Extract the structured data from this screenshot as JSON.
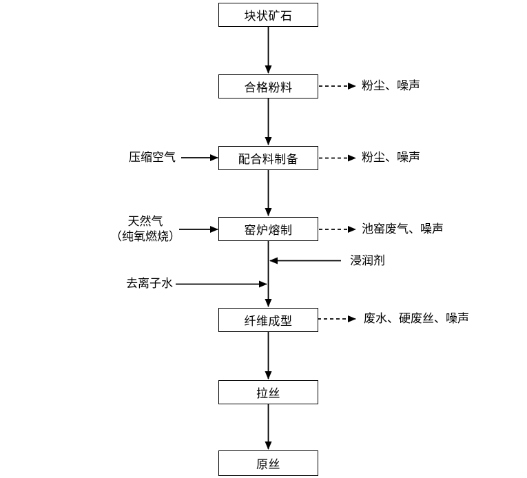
{
  "flowchart": {
    "boxes": [
      {
        "label": "块状矿石"
      },
      {
        "label": "合格粉料"
      },
      {
        "label": "配合料制备"
      },
      {
        "label": "窑炉熔制"
      },
      {
        "label": "纤维成型"
      },
      {
        "label": "拉丝"
      },
      {
        "label": "原丝"
      }
    ],
    "inputs": {
      "compressed_air": {
        "label": "压缩空气"
      },
      "natural_gas": {
        "line1": "天然气",
        "line2": "（纯氧燃烧）"
      },
      "sizing_agent": {
        "label": "浸润剂"
      },
      "deionized_water": {
        "label": "去离子水"
      }
    },
    "emissions": [
      {
        "label": "粉尘、噪声"
      },
      {
        "label": "粉尘、噪声"
      },
      {
        "label": "池窑废气、噪声"
      },
      {
        "label": "废水、硬废丝、噪声"
      }
    ],
    "connections": [
      {
        "from": "块状矿石",
        "to": "合格粉料",
        "style": "solid"
      },
      {
        "from": "合格粉料",
        "to": "配合料制备",
        "style": "solid"
      },
      {
        "from": "配合料制备",
        "to": "窑炉熔制",
        "style": "solid"
      },
      {
        "from": "窑炉熔制",
        "to": "纤维成型",
        "style": "solid"
      },
      {
        "from": "纤维成型",
        "to": "拉丝",
        "style": "solid"
      },
      {
        "from": "拉丝",
        "to": "原丝",
        "style": "solid"
      },
      {
        "from": "压缩空气",
        "to": "配合料制备",
        "style": "solid"
      },
      {
        "from": "天然气（纯氧燃烧）",
        "to": "窑炉熔制",
        "style": "solid"
      },
      {
        "from": "浸润剂",
        "to": "窑炉熔制→纤维成型 流程线",
        "style": "solid"
      },
      {
        "from": "去离子水",
        "to": "窑炉熔制→纤维成型 流程线",
        "style": "solid"
      },
      {
        "from": "合格粉料",
        "to": "粉尘、噪声",
        "style": "dashed"
      },
      {
        "from": "配合料制备",
        "to": "粉尘、噪声",
        "style": "dashed"
      },
      {
        "from": "窑炉熔制",
        "to": "池窑废气、噪声",
        "style": "dashed"
      },
      {
        "from": "纤维成型",
        "to": "废水、硬废丝、噪声",
        "style": "dashed"
      }
    ],
    "colors": {
      "line": "#000000",
      "background": "#ffffff",
      "box_fill": "#ffffff",
      "text": "#000000"
    }
  }
}
